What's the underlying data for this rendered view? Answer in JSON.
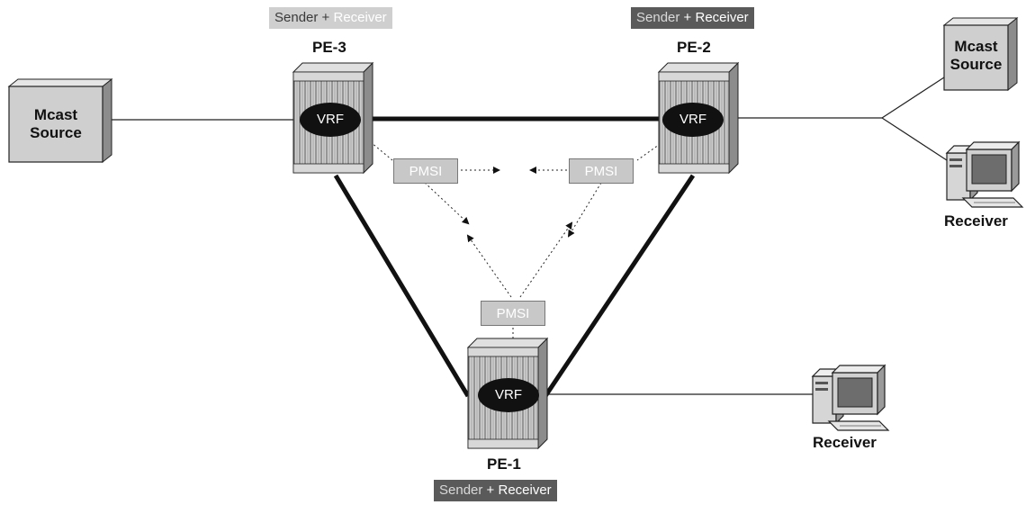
{
  "role_label": {
    "sender": "Sender",
    "plus": "+",
    "receiver": "Receiver"
  },
  "nodes": {
    "pe1": {
      "name": "PE-1",
      "vrf": "VRF"
    },
    "pe2": {
      "name": "PE-2",
      "vrf": "VRF"
    },
    "pe3": {
      "name": "PE-3",
      "vrf": "VRF"
    }
  },
  "pmsi": {
    "pe3": "PMSI",
    "pe2": "PMSI",
    "pe1": "PMSI"
  },
  "source_left": {
    "line1": "Mcast",
    "line2": "Source"
  },
  "source_right": {
    "line1": "Mcast",
    "line2": "Source"
  },
  "receiver_right": "Receiver",
  "receiver_bottom": "Receiver",
  "colors": {
    "router_fill": "#c4c4c4",
    "router_dark": "#8a8a8a",
    "source_fill": "#cfcfcf",
    "pmsi_fill": "#c8c8c8",
    "vrf_fill": "#111111"
  }
}
